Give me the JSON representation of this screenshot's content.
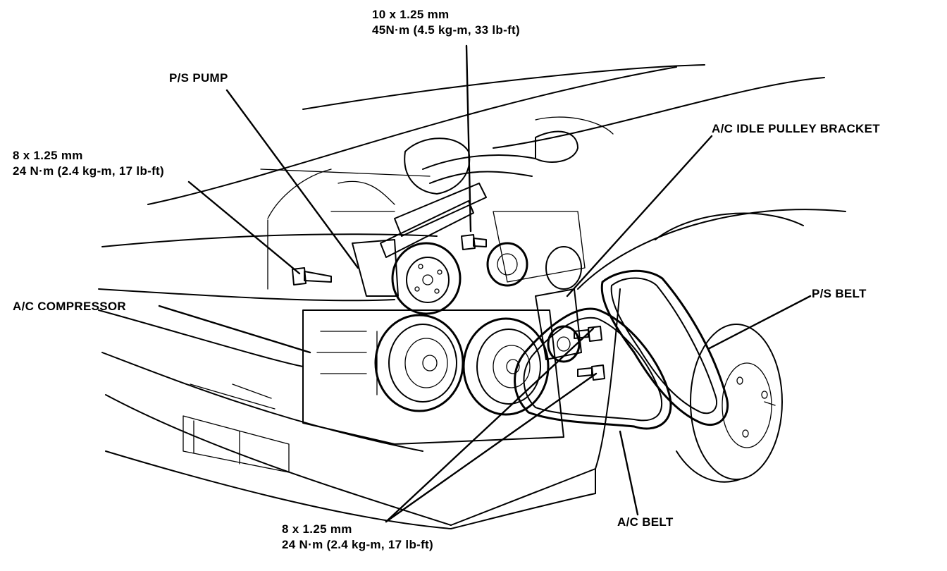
{
  "labels": {
    "top_spec_line1": "10 x 1.25 mm",
    "top_spec_line2": "45N·m (4.5 kg-m, 33 lb-ft)",
    "ps_pump": "P/S PUMP",
    "left_spec_line1": "8 x 1.25 mm",
    "left_spec_line2": "24 N·m (2.4 kg-m, 17 lb-ft)",
    "ac_idle_pulley_bracket": "A/C IDLE PULLEY BRACKET",
    "ac_compressor": "A/C COMPRESSOR",
    "ps_belt": "P/S BELT",
    "ac_belt": "A/C BELT",
    "bottom_spec_line1": "8 x 1.25 mm",
    "bottom_spec_line2": "24 N·m (2.4 kg-m, 17 lb-ft)"
  },
  "colors": {
    "ink": "#000000",
    "paper": "#ffffff"
  }
}
